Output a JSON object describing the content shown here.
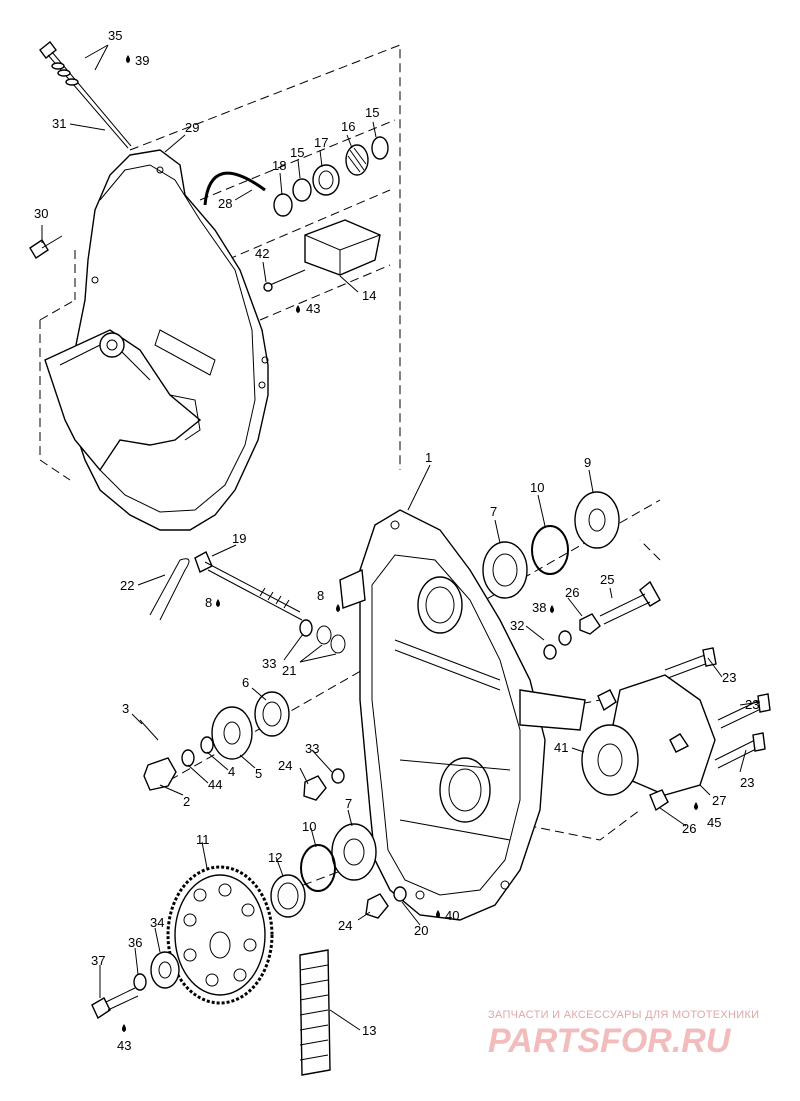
{
  "callouts": [
    "35",
    "39",
    "31",
    "29",
    "30",
    "28",
    "18",
    "15",
    "17",
    "16",
    "15",
    "42",
    "43",
    "14",
    "1",
    "9",
    "10",
    "7",
    "19",
    "22",
    "8",
    "8",
    "26",
    "25",
    "38",
    "32",
    "33",
    "21",
    "23",
    "23",
    "23",
    "6",
    "3",
    "33",
    "24",
    "41",
    "2",
    "44",
    "4",
    "5",
    "27",
    "26",
    "45",
    "7",
    "10",
    "12",
    "11",
    "24",
    "40",
    "20",
    "34",
    "36",
    "37",
    "43",
    "13"
  ],
  "watermark": {
    "tagline": "ЗАПЧАСТИ И АКСЕССУАРЫ ДЛЯ МОТОТЕХНИКИ",
    "brand": "PARTSFOR.RU"
  }
}
